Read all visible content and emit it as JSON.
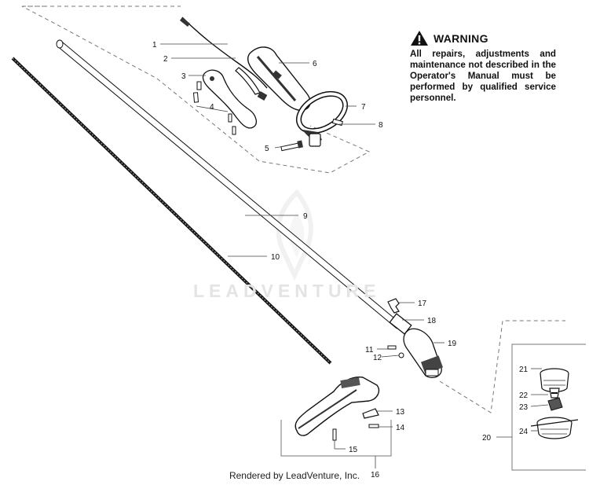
{
  "warning": {
    "title": "WARNING",
    "text": "All repairs, adjustments and maintenance not described in the Operator's Manual must be performed by qualified service personnel."
  },
  "watermark": "LEADVENTURE",
  "footer": "Rendered by LeadVenture, Inc.",
  "callouts": [
    "1",
    "2",
    "3",
    "4",
    "5",
    "6",
    "7",
    "8",
    "9",
    "10",
    "11",
    "12",
    "13",
    "14",
    "15",
    "16",
    "17",
    "18",
    "19",
    "20",
    "21",
    "22",
    "23",
    "24"
  ]
}
